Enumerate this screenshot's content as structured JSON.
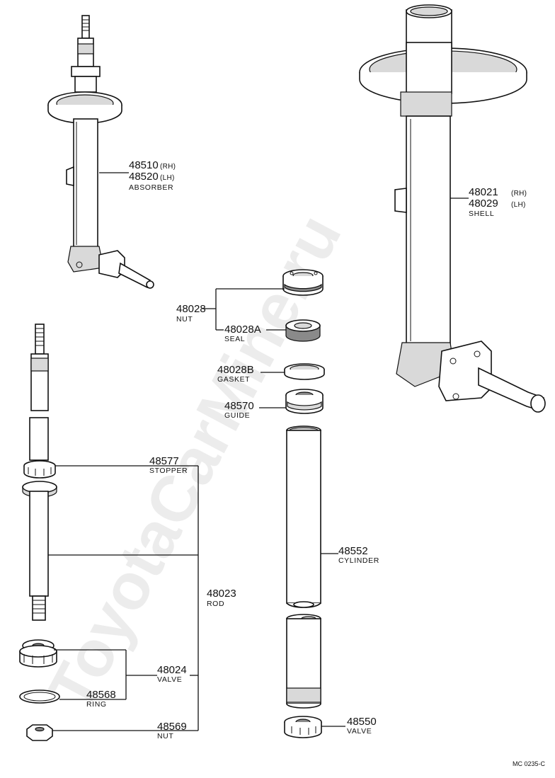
{
  "watermark": "ToyotaCarMine.ru",
  "diagram_code": "MC 0235-C",
  "parts": {
    "absorber": {
      "num_rh": "48510",
      "side_rh": "(RH)",
      "num_lh": "48520",
      "side_lh": "(LH)",
      "name": "ABSORBER"
    },
    "shell": {
      "num_rh": "48021",
      "side_rh": "(RH)",
      "num_lh": "48029",
      "side_lh": "(LH)",
      "name": "SHELL"
    },
    "nut_top": {
      "num": "48028",
      "name": "NUT"
    },
    "seal": {
      "num": "48028A",
      "name": "SEAL"
    },
    "gasket": {
      "num": "48028B",
      "name": "GASKET"
    },
    "guide": {
      "num": "48570",
      "name": "GUIDE"
    },
    "stopper": {
      "num": "48577",
      "name": "STOPPER"
    },
    "cylinder": {
      "num": "48552",
      "name": "CYLINDER"
    },
    "rod": {
      "num": "48023",
      "name": "ROD"
    },
    "valve_rod": {
      "num": "48024",
      "name": "VALVE"
    },
    "ring": {
      "num": "48568",
      "name": "RING"
    },
    "nut_rod": {
      "num": "48569",
      "name": "NUT"
    },
    "valve_base": {
      "num": "48550",
      "name": "VALVE"
    }
  }
}
